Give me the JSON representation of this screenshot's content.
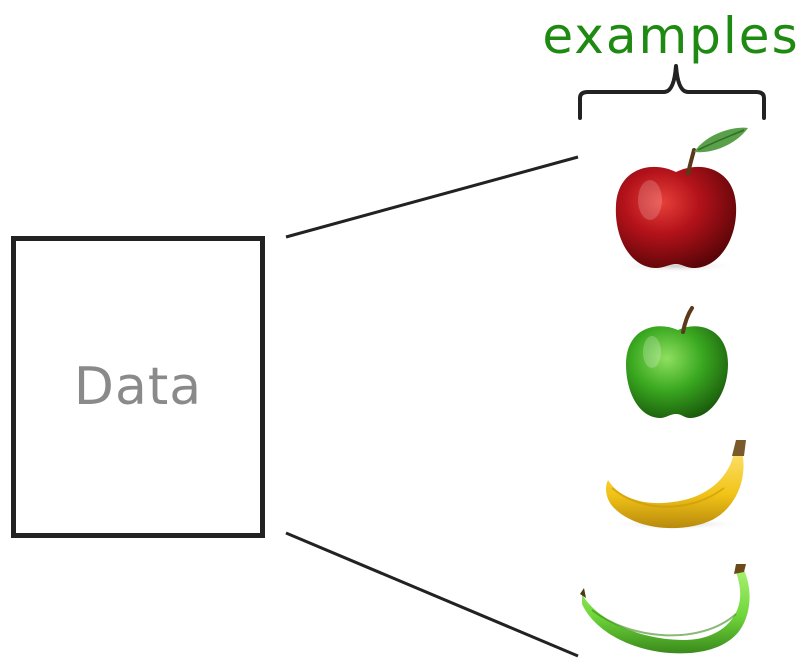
{
  "diagram": {
    "data_box_label": "Data",
    "examples_label": "examples"
  },
  "examples": [
    {
      "item": "red-apple",
      "color": "#b3121a"
    },
    {
      "item": "green-apple",
      "color": "#3aa820"
    },
    {
      "item": "yellow-banana",
      "color": "#f2c418"
    },
    {
      "item": "green-banana",
      "color": "#6fd63a"
    }
  ],
  "colors": {
    "box_stroke": "#222222",
    "data_text": "#8a8a8a",
    "examples_text": "#1e8a12"
  }
}
